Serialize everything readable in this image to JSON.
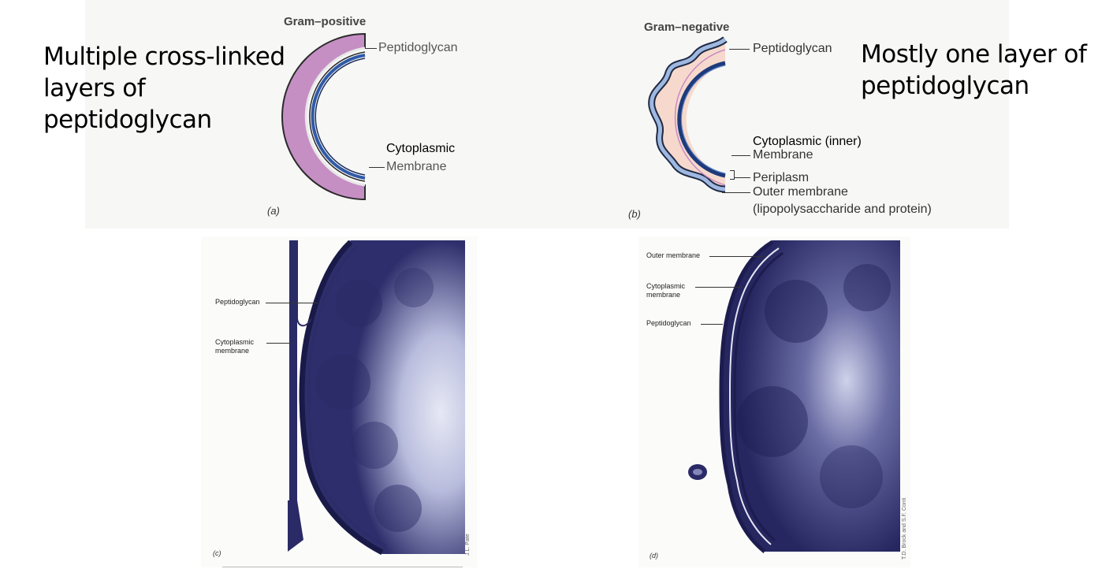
{
  "slide": {
    "left_caption": [
      "Multiple cross-linked",
      "layers of",
      "peptidoglycan"
    ],
    "right_caption": [
      "Mostly one layer of",
      "peptidoglycan"
    ]
  },
  "panel_a": {
    "title": "Gram–positive",
    "letter": "(a)",
    "labels": {
      "peptidoglycan": "Peptidoglycan",
      "cytoplasmic": "Cytoplasmic",
      "membrane": "Membrane"
    },
    "colors": {
      "peptidoglycan": "#c68fc4",
      "membrane": "#2f5aa8",
      "outline": "#2b2b2b"
    }
  },
  "panel_b": {
    "title": "Gram–negative",
    "letter": "(b)",
    "labels": {
      "peptidoglycan": "Peptidoglycan",
      "cytoplasmic_inner": "Cytoplasmic (inner)",
      "membrane": "Membrane",
      "periplasm": "Periplasm",
      "outer_membrane": "Outer membrane",
      "outer_membrane_detail": "(lipopolysaccharide and protein)"
    },
    "colors": {
      "periplasm": "#f6d9cc",
      "outer_membrane": "#9fb8e0",
      "peptidoglycan_line": "#c88ac6",
      "inner_membrane": "#1e3a7a"
    }
  },
  "panel_c": {
    "letter": "(c)",
    "labels": {
      "peptidoglycan": "Peptidoglycan",
      "cytoplasmic": "Cytoplasmic",
      "membrane": "membrane"
    },
    "credit": "J.L. Pate",
    "colors": {
      "stain": "#2a2a66",
      "light": "#d9dcef"
    }
  },
  "panel_d": {
    "letter": "(d)",
    "labels": {
      "outer_membrane": "Outer membrane",
      "cytoplasmic": "Cytoplasmic",
      "membrane": "membrane",
      "peptidoglycan": "Peptidoglycan"
    },
    "credit": "T.D. Brock and S.F. Conti",
    "colors": {
      "stain": "#25255e",
      "light": "#d5d8ee"
    }
  }
}
